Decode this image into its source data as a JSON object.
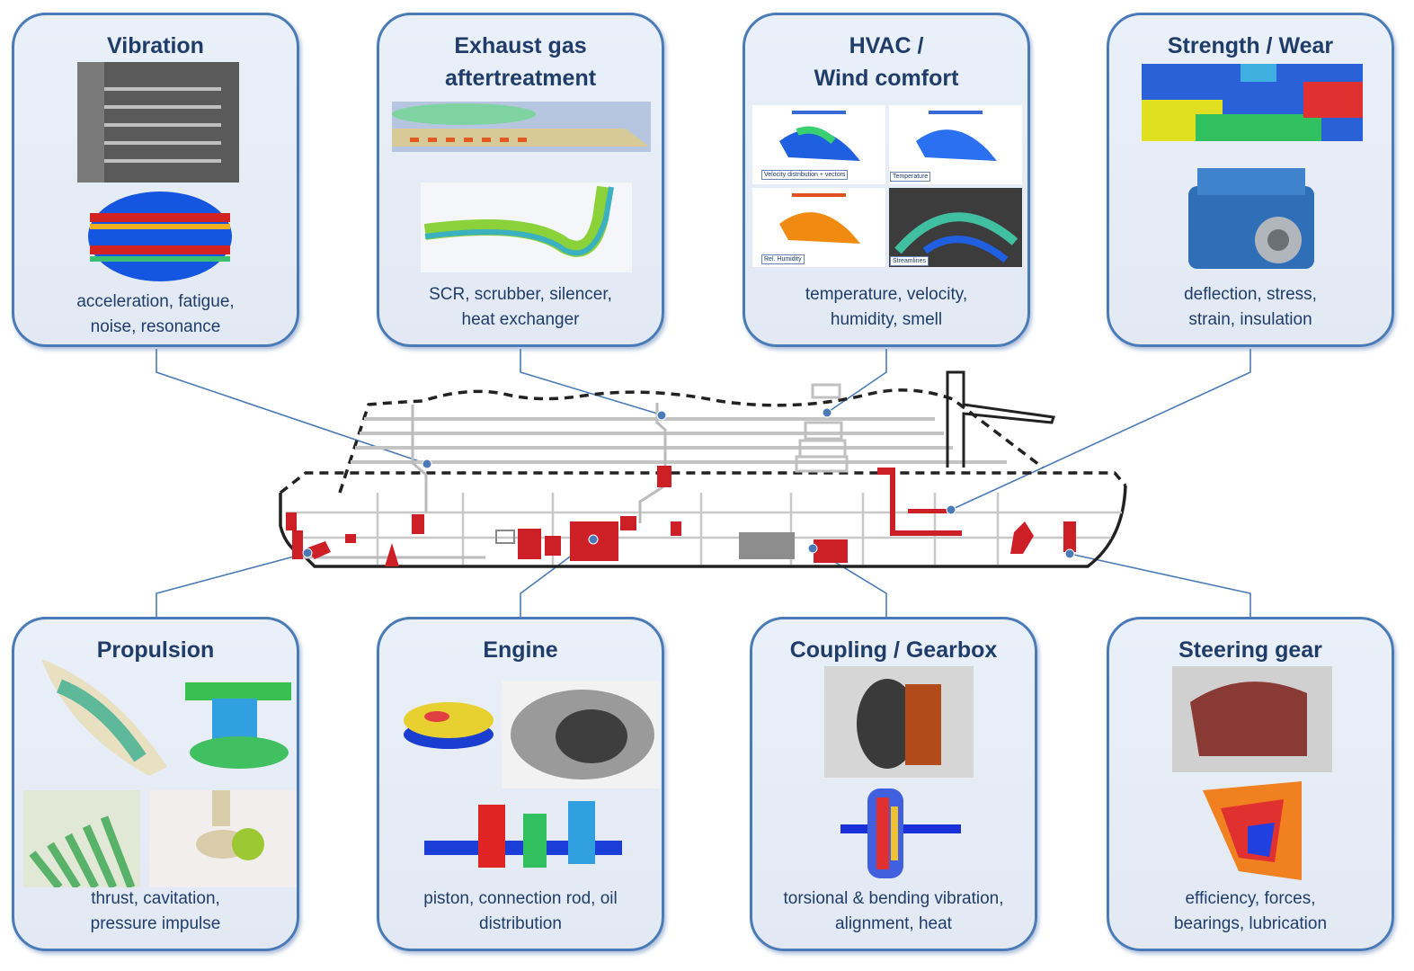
{
  "panels": {
    "vibration": {
      "title": "Vibration",
      "caption": "acceleration, fatigue,\nnoise, resonance"
    },
    "exhaust": {
      "title": "Exhaust gas\naftertreatment",
      "caption": "SCR, scrubber, silencer,\nheat exchanger"
    },
    "hvac": {
      "title": "HVAC /\nWind comfort",
      "caption": "temperature, velocity,\nhumidity, smell",
      "sublabels": [
        "Velocity distribution + vectors",
        "Temperature",
        "Rel. Humidity",
        "Streamlines"
      ]
    },
    "strength": {
      "title": "Strength / Wear",
      "caption": "deflection, stress,\nstrain, insulation"
    },
    "propulsion": {
      "title": "Propulsion",
      "caption": "thrust, cavitation,\npressure impulse"
    },
    "engine": {
      "title": "Engine",
      "caption": "piston, connection rod, oil\ndistribution"
    },
    "coupling": {
      "title": "Coupling / Gearbox",
      "caption": "torsional & bending vibration,\nalignment, heat"
    },
    "steering": {
      "title": "Steering gear",
      "caption": "efficiency, forces,\nbearings, lubrication"
    }
  },
  "colors": {
    "panel_border": "#4a7bb7",
    "panel_fill": "#e6edf7",
    "title_text": "#1f3d68",
    "connector": "#4a7bb7",
    "ship_outline": "#222222",
    "machinery": "#d0202a"
  }
}
